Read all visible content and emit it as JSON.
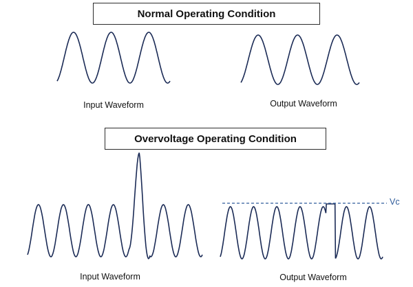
{
  "sections": {
    "normal": {
      "title": "Normal Operating Condition",
      "input_caption": "Input Waveform",
      "output_caption": "Output Waveform"
    },
    "overvoltage": {
      "title": "Overvoltage Operating Condition",
      "input_caption": "Input Waveform",
      "output_caption": "Output Waveform",
      "clamp_label": "Vc"
    }
  },
  "colors": {
    "waveform": "#1a2a55",
    "clamp_line": "#2e5b9a",
    "box_border": "#2b2b2b",
    "text": "#111111"
  }
}
